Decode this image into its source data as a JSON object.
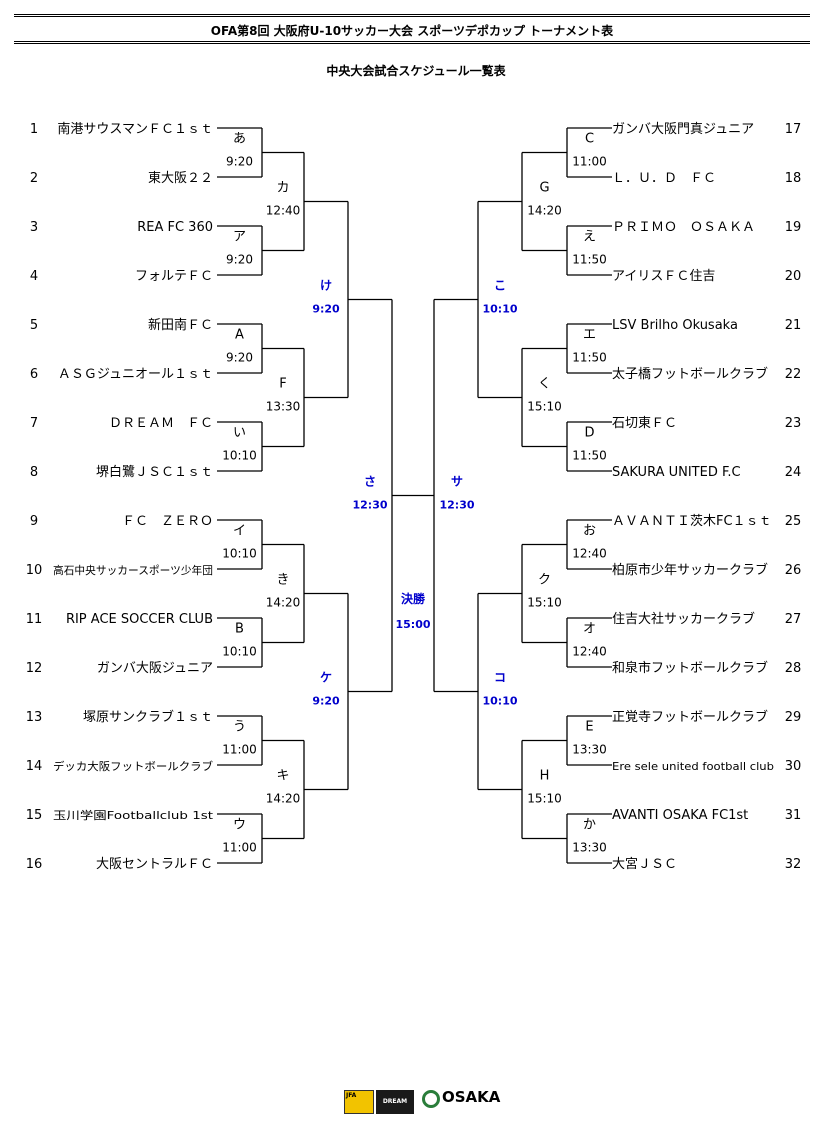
{
  "header": {
    "title": "OFA第8回 大阪府U-10サッカー大会 スポーツデポカップ トーナメント表",
    "subtitle": "中央大会試合スケジュール一覧表"
  },
  "colors": {
    "line": "#000000",
    "upper_round": "#0000cc"
  },
  "teams_left": [
    {
      "num": "1",
      "name": "南港サウスマンＦＣ１ｓｔ"
    },
    {
      "num": "2",
      "name": "東大阪２２"
    },
    {
      "num": "3",
      "name": "REA FC 360"
    },
    {
      "num": "4",
      "name": "フォルテＦＣ"
    },
    {
      "num": "5",
      "name": "新田南ＦＣ"
    },
    {
      "num": "6",
      "name": "ＡＳＧジュニオール１ｓｔ"
    },
    {
      "num": "7",
      "name": "ＤＲＥＡＭ　ＦＣ"
    },
    {
      "num": "8",
      "name": "堺白鷺ＪＳＣ１ｓｔ"
    },
    {
      "num": "9",
      "name": "ＦＣ　ＺＥＲＯ"
    },
    {
      "num": "10",
      "name": "高石中央サッカースポーツ少年団"
    },
    {
      "num": "11",
      "name": "RIP ACE SOCCER CLUB"
    },
    {
      "num": "12",
      "name": "ガンバ大阪ジュニア"
    },
    {
      "num": "13",
      "name": "塚原サンクラブ１ｓｔ"
    },
    {
      "num": "14",
      "name": "デッカ大阪フットボールクラブ"
    },
    {
      "num": "15",
      "name": "玉川学園Footballclub 1st"
    },
    {
      "num": "16",
      "name": "大阪セントラルＦＣ"
    }
  ],
  "teams_right": [
    {
      "num": "17",
      "name": "ガンバ大阪門真ジュニア"
    },
    {
      "num": "18",
      "name": "Ｌ．Ｕ．Ｄ　ＦＣ"
    },
    {
      "num": "19",
      "name": "ＰＲＩＭＯ　ＯＳＡＫＡ"
    },
    {
      "num": "20",
      "name": "アイリスＦＣ住吉"
    },
    {
      "num": "21",
      "name": "LSV Brilho Okusaka"
    },
    {
      "num": "22",
      "name": "太子橋フットボールクラブ"
    },
    {
      "num": "23",
      "name": "石切東ＦＣ"
    },
    {
      "num": "24",
      "name": "SAKURA UNITED F.C"
    },
    {
      "num": "25",
      "name": "ＡＶＡＮＴＩ茨木FC１ｓｔ"
    },
    {
      "num": "26",
      "name": "柏原市少年サッカークラブ"
    },
    {
      "num": "27",
      "name": "住吉大社サッカークラブ"
    },
    {
      "num": "28",
      "name": "和泉市フットボールクラブ"
    },
    {
      "num": "29",
      "name": "正覚寺フットボールクラブ"
    },
    {
      "num": "30",
      "name": "Ere sele united football club"
    },
    {
      "num": "31",
      "name": "AVANTI OSAKA FC1st"
    },
    {
      "num": "32",
      "name": "大宮ＪＳＣ"
    }
  ],
  "round1_left": [
    {
      "label": "あ",
      "time": "9:20"
    },
    {
      "label": "ア",
      "time": "9:20"
    },
    {
      "label": "A",
      "time": "9:20"
    },
    {
      "label": "い",
      "time": "10:10"
    },
    {
      "label": "イ",
      "time": "10:10"
    },
    {
      "label": "B",
      "time": "10:10"
    },
    {
      "label": "う",
      "time": "11:00"
    },
    {
      "label": "ウ",
      "time": "11:00"
    }
  ],
  "round1_right": [
    {
      "label": "C",
      "time": "11:00"
    },
    {
      "label": "え",
      "time": "11:50"
    },
    {
      "label": "エ",
      "time": "11:50"
    },
    {
      "label": "D",
      "time": "11:50"
    },
    {
      "label": "お",
      "time": "12:40"
    },
    {
      "label": "オ",
      "time": "12:40"
    },
    {
      "label": "E",
      "time": "13:30"
    },
    {
      "label": "か",
      "time": "13:30"
    }
  ],
  "round2_left": [
    {
      "label": "カ",
      "time": "12:40"
    },
    {
      "label": "F",
      "time": "13:30"
    },
    {
      "label": "き",
      "time": "14:20"
    },
    {
      "label": "キ",
      "time": "14:20"
    }
  ],
  "round2_right": [
    {
      "label": "G",
      "time": "14:20"
    },
    {
      "label": "く",
      "time": "15:10"
    },
    {
      "label": "ク",
      "time": "15:10"
    },
    {
      "label": "H",
      "time": "15:10"
    }
  ],
  "round3_left": [
    {
      "label": "け",
      "time": "9:20"
    },
    {
      "label": "ケ",
      "time": "9:20"
    }
  ],
  "round3_right": [
    {
      "label": "こ",
      "time": "10:10"
    },
    {
      "label": "コ",
      "time": "10:10"
    }
  ],
  "semis": [
    {
      "label": "さ",
      "time": "12:30"
    },
    {
      "label": "サ",
      "time": "12:30"
    }
  ],
  "final": {
    "label": "決勝",
    "time": "15:00"
  },
  "logos": {
    "jfa": "JFA",
    "dream": "DREAM",
    "osaka": "OSAKA"
  }
}
